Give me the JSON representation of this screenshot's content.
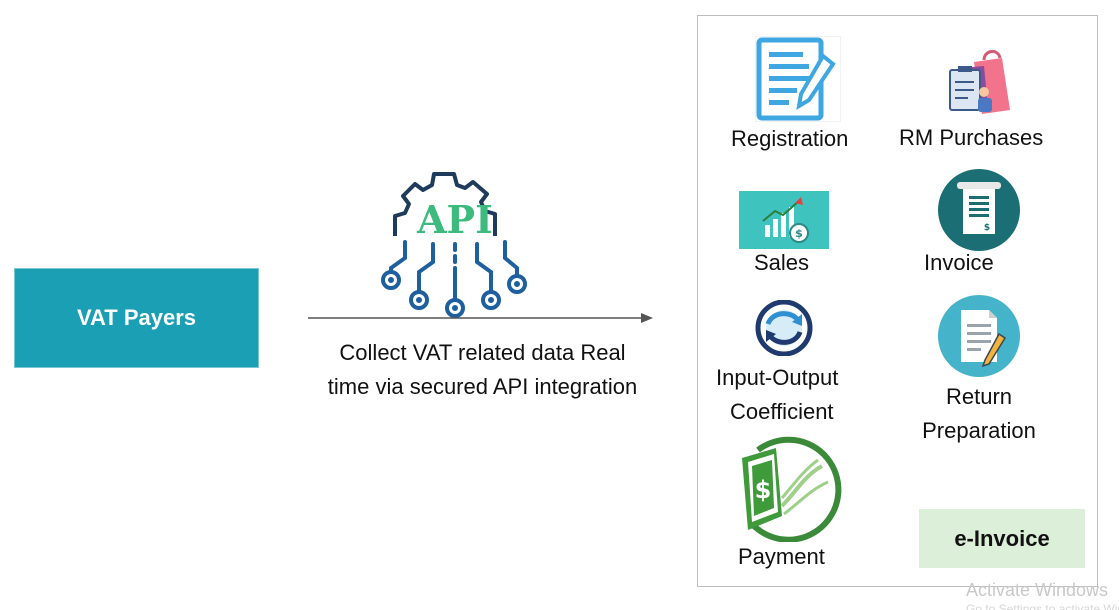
{
  "left_box": {
    "label": "VAT Payers",
    "color": "#1a9fb4"
  },
  "api": {
    "label": "API",
    "label_color": "#3dbb7e",
    "gear_color": "#1f3b5c",
    "node_color": "#1e5fa0"
  },
  "flow": {
    "caption_line1": "Collect VAT related data Real",
    "caption_line2": "time via secured API integration"
  },
  "modules": {
    "registration": {
      "label": "Registration",
      "icon": "document-pen-icon"
    },
    "rm_purchases": {
      "label": "RM Purchases",
      "icon": "shopping-bags-icon"
    },
    "sales": {
      "label": "Sales",
      "icon": "sales-chart-icon"
    },
    "invoice": {
      "label": "Invoice",
      "icon": "invoice-receipt-icon"
    },
    "io_coefficient": {
      "line1": "Input-Output",
      "line2": "Coefficient",
      "icon": "exchange-arrows-icon"
    },
    "return_prep": {
      "line1": "Return",
      "line2": "Preparation",
      "icon": "form-pen-icon"
    },
    "payment": {
      "label": "Payment",
      "icon": "dollar-payment-icon"
    }
  },
  "badge": {
    "label": "e-Invoice",
    "color": "#dcefd9"
  },
  "watermark": {
    "line1": "Activate Windows",
    "line2": "Go to Settings to activate Windows."
  }
}
